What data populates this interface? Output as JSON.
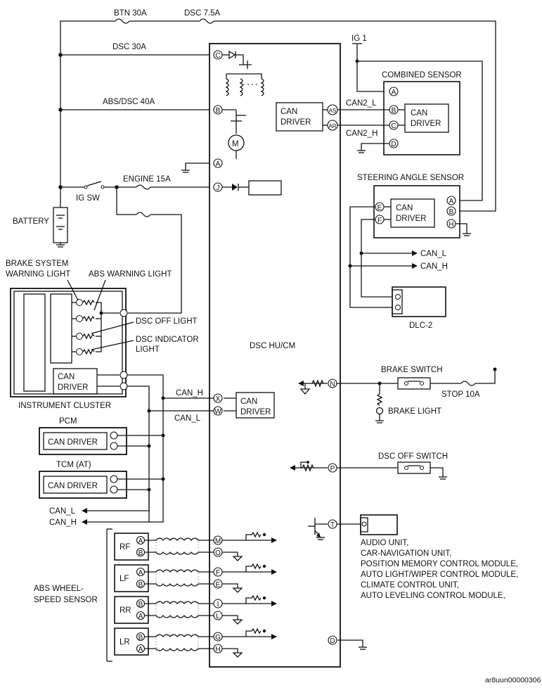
{
  "fuses": {
    "btn30": "BTN 30A",
    "dsc75": "DSC 7.5A",
    "dsc30": "DSC 30A",
    "absdsc40": "ABS/DSC 40A",
    "engine15": "ENGINE 15A",
    "stop10": "STOP 10A"
  },
  "power": {
    "battery": "BATTERY",
    "ig_sw": "IG SW",
    "ig1": "IG 1"
  },
  "module": {
    "title": "DSC HU/CM",
    "can_driver_line1": "CAN",
    "can_driver_line2": "DRIVER",
    "motor": "M"
  },
  "pins": {
    "C": "C",
    "B": "B",
    "A": "A",
    "J": "J",
    "X": "X",
    "W": "W",
    "N": "N",
    "P": "P",
    "T": "T",
    "M": "M",
    "O": "O",
    "F": "F",
    "E": "E",
    "I": "I",
    "L": "L",
    "G": "G",
    "H": "H",
    "D": "D",
    "AS": "AS",
    "AR": "AR"
  },
  "combined_sensor": {
    "title": "COMBINED SENSOR",
    "can_line1": "CAN",
    "can_line2": "DRIVER",
    "can2_l": "CAN2_L",
    "can2_h": "CAN2_H"
  },
  "steering_sensor": {
    "title": "STEERING ANGLE SENSOR",
    "can_line1": "CAN",
    "can_line2": "DRIVER"
  },
  "bus": {
    "can_l": "CAN_L",
    "can_h": "CAN_H"
  },
  "dlc": "DLC-2",
  "cluster": {
    "title": "INSTRUMENT CLUSTER",
    "brake_line1": "BRAKE SYSTEM",
    "brake_line2": "WARNING LIGHT",
    "abs_warning": "ABS WARNING LIGHT",
    "dsc_off_light": "DSC OFF LIGHT",
    "dsc_ind_line1": "DSC INDICATOR",
    "dsc_ind_line2": "LIGHT",
    "can_line1": "CAN",
    "can_line2": "DRIVER"
  },
  "pcm": {
    "title": "PCM",
    "can": "CAN DRIVER"
  },
  "tcm": {
    "title": "TCM (AT)",
    "can": "CAN DRIVER"
  },
  "brake_switch": {
    "title": "BRAKE SWITCH",
    "brake_light": "BRAKE LIGHT"
  },
  "dsc_off_switch": "DSC OFF SWITCH",
  "audio_list": [
    "AUDIO UNIT,",
    "CAR-NAVIGATION UNIT,",
    "POSITION MEMORY CONTROL MODULE,",
    "AUTO LIGHT/WIPER CONTROL MODULE,",
    "CLIMATE CONTROL UNIT,",
    "AUTO LEVELING CONTROL MODULE,"
  ],
  "wheel": {
    "label_line1": "ABS WHEEL-",
    "label_line2": "SPEED SENSOR",
    "rf": "RF",
    "lf": "LF",
    "rr": "RR",
    "lr": "LR",
    "pa": "A",
    "pb": "B"
  },
  "figure_id": "ar8uun00000306"
}
